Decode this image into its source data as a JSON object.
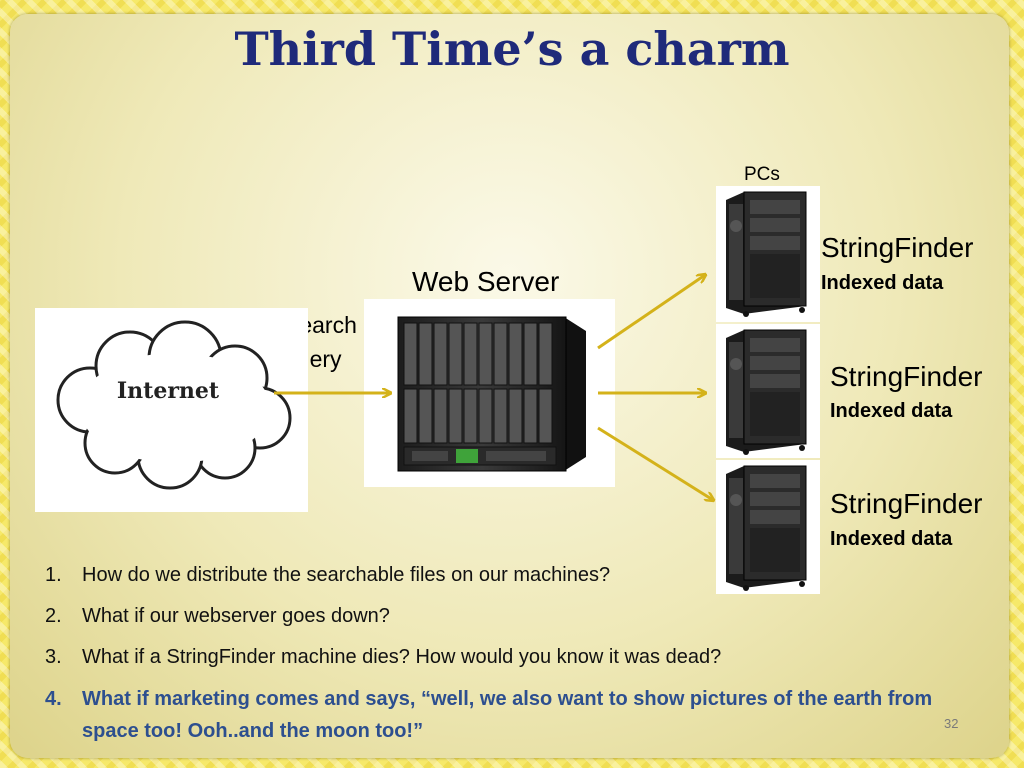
{
  "slide": {
    "title": "Third Time’s a charm",
    "page_number": "32"
  },
  "diagram": {
    "pcs_label": "PCs",
    "web_server_label": "Web Server",
    "search_query_line1": "Search",
    "search_query_line2": "query",
    "internet_label": "Internet",
    "nodes": [
      {
        "name": "StringFinder",
        "sub": "Indexed data"
      },
      {
        "name": "StringFinder",
        "sub": "Indexed data"
      },
      {
        "name": "StringFinder",
        "sub": "Indexed data"
      }
    ],
    "arrow_color": "#d4b21a"
  },
  "questions": [
    {
      "num": "1.",
      "text": "How do we distribute the searchable files on our machines?"
    },
    {
      "num": "2.",
      "text": "What if our webserver goes down?"
    },
    {
      "num": "3.",
      "text": "What if a StringFinder machine dies?  How would you know it was dead?"
    },
    {
      "num": "4.",
      "text": "What if marketing comes and says, “well, we also want to show pictures of the earth from space too! Ooh..and the moon too!”"
    }
  ]
}
